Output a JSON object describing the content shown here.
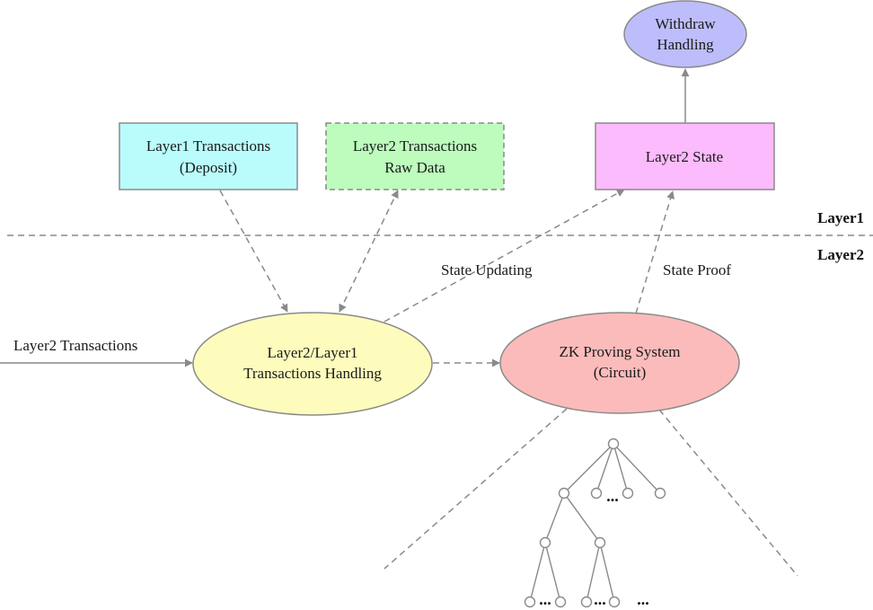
{
  "layers": {
    "top_label": "Layer1",
    "bottom_label": "Layer2"
  },
  "nodes": {
    "withdraw": {
      "line1": "Withdraw",
      "line2": "Handling",
      "color": "#bdbdfb"
    },
    "layer1_tx": {
      "line1": "Layer1 Transactions",
      "line2": "(Deposit)",
      "color": "#bafcfc"
    },
    "layer2_raw": {
      "line1": "Layer2 Transactions",
      "line2": "Raw Data",
      "color": "#bdfcbd"
    },
    "layer2_state": {
      "line1": "Layer2 State",
      "color": "#fcbbfc"
    },
    "tx_handling": {
      "line1": "Layer2/Layer1",
      "line2": "Transactions Handling",
      "color": "#fdfcbd"
    },
    "zk_proving": {
      "line1": "ZK Proving System",
      "line2": "(Circuit)",
      "color": "#fcbbbb"
    }
  },
  "edges": {
    "input_label": "Layer2 Transactions",
    "state_updating_label": "State Updating",
    "state_proof_label": "State Proof"
  },
  "tree": {
    "ellipsis": "..."
  },
  "colors": {
    "edge": "#8a8a8a",
    "border": "#8a8a8a"
  }
}
